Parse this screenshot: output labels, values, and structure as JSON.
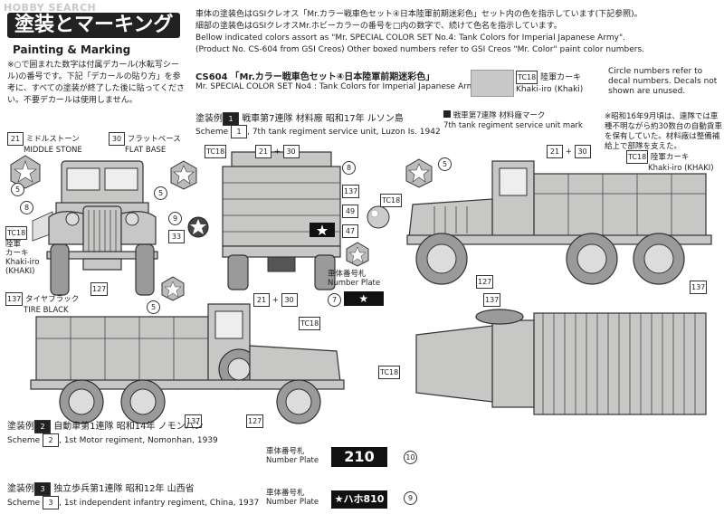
{
  "watermark": "HOBBY SEARCH",
  "title_jp": "塗装とマーキング",
  "title_en": "Painting & Marking",
  "intro_jp": "※○で囲まれた数字は付属デカール(水転写シール)の番号です。下記「デカールの貼り方」を参考に、すべての塗装が終了した後に貼ってください。不要デカールは使用しません。",
  "header": {
    "line1": "車体の塗装色はGSIクレオス「Mr.カラー戦車色セット④日本陸軍前期迷彩色」セット内の色を指示しています(下記参照)。",
    "line2": "細部の塗装色はGSIクレオスMr.ホビーカラーの番号を□内の数字で、続けて色名を指示しています。",
    "line3": "Bellow indicated colors assort as \"Mr. SPECIAL COLOR SET No.4: Tank Colors for Imperial Japanese Army\".",
    "line4": "(Product No. CS-604 from GSI Creos) Other boxed numbers refer to GSI Creos \"Mr. Color\" paint color numbers."
  },
  "colorset": {
    "code": "CS604",
    "title_jp": "「Mr.カラー戦車色セット④日本陸軍前期迷彩色」",
    "title_en": "Mr. SPECIAL COLOR SET No4 : Tank Colors for Imperial Japanese Army",
    "swatch_code": "TC18",
    "swatch_jp": "陸軍カーキ",
    "swatch_en": "Khaki-iro (Khaki)",
    "swatch_color": "#c9c8c9"
  },
  "circle_note": "Circle numbers refer to decal numbers. Decals not shown are unused.",
  "scheme1": {
    "num": "1",
    "label_jp": "塗装例",
    "title_jp": "戦車第7連隊 材料廠 昭和17年 ルソン島",
    "title_en": "Scheme",
    "title_en_rest": ", 7th tank regiment service unit, Luzon Is. 1942",
    "unit_mark_jp": "戦車第7連隊 材料廠マーク",
    "unit_mark_en": "7th tank regiment service unit mark",
    "note_jp": "※昭和16年9月頃は、連隊では車種不明ながら約30数台の自動貨車を保有していた。材料廠は整備補給上で部隊を支えた。",
    "plate_jp": "車体番号札",
    "plate_en": "Number Plate",
    "plate_value": "★",
    "plate_decal": "7"
  },
  "labels": {
    "c21": "21",
    "c30": "30",
    "middle_stone_jp": "ミドルストーン",
    "middle_stone_en": "MIDDLE STONE",
    "flat_base_jp": "フラットベース",
    "flat_base_en": "FLAT BASE",
    "c5": "5",
    "c8": "8",
    "c9": "9",
    "c33": "33",
    "c49": "49",
    "c47": "47",
    "c127": "127",
    "c137": "137",
    "tc18": "TC18",
    "khaki_jp": "陸軍カーキ",
    "khaki_en1": "Khaki-iro",
    "khaki_en2": "(KHAKI)",
    "rikugun": "陸軍",
    "kaaki": "カーキ",
    "tire_black_jp": "タイヤブラック",
    "tire_black_en": "TIRE BLACK",
    "plus": "+",
    "khaki_full_en": "Khaki-iro (KHAKI)"
  },
  "scheme2": {
    "num": "2",
    "label_jp": "塗装例",
    "title_jp": "自動車第1連隊 昭和14年 ノモンハン",
    "title_en": "Scheme",
    "title_en_rest": ", 1st Motor regiment, Nomonhan, 1939",
    "plate_jp": "車体番号札",
    "plate_en": "Number Plate",
    "plate_value": "210",
    "plate_decal": "10"
  },
  "scheme3": {
    "num": "3",
    "label_jp": "塗装例",
    "title_jp": "独立歩兵第1連隊 昭和12年 山西省",
    "title_en": "Scheme",
    "title_en_rest": ", 1st independent infantry regiment, China, 1937",
    "plate_jp": "車体番号札",
    "plate_en": "Number Plate",
    "plate_value": "★ハホ810",
    "plate_decal": "9"
  }
}
